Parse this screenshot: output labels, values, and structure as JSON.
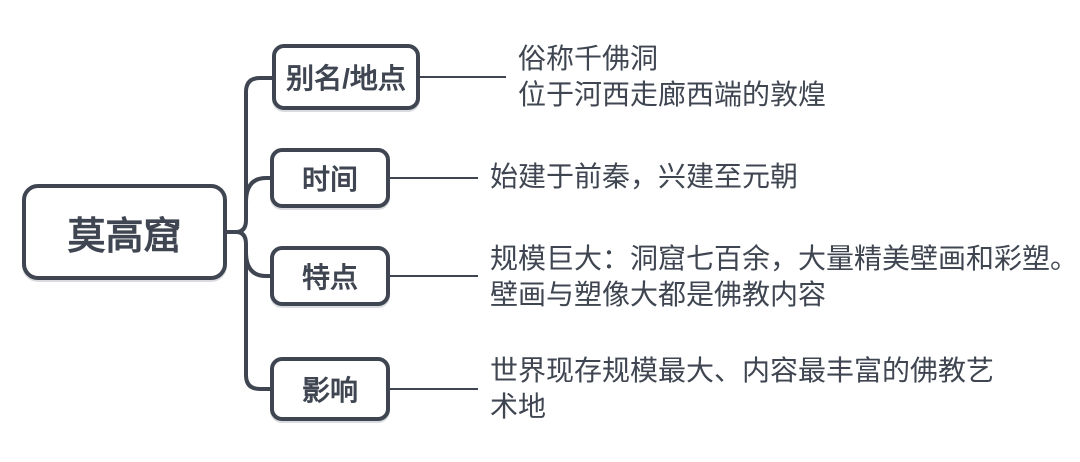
{
  "theme": {
    "ink_color": "#3f4651",
    "background": "#ffffff"
  },
  "diagram": {
    "type": "mindmap",
    "root": {
      "label": "莫高窟"
    },
    "branches": [
      {
        "label": "别名/地点",
        "lines": [
          "俗称千佛洞",
          "位于河西走廊西端的敦煌"
        ]
      },
      {
        "label": "时间",
        "lines": [
          "始建于前秦，兴建至元朝"
        ]
      },
      {
        "label": "特点",
        "lines": [
          "规模巨大：洞窟七百余，大量精美壁画和彩塑。",
          "壁画与塑像大都是佛教内容"
        ]
      },
      {
        "label": "影响",
        "lines": [
          "世界现存规模最大、内容最丰富的佛教艺",
          "术地"
        ]
      }
    ]
  }
}
